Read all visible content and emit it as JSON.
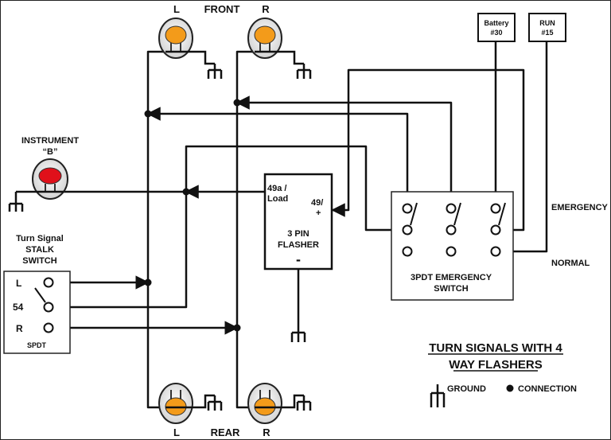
{
  "labels": {
    "front": "FRONT",
    "rear": "REAR",
    "front_left": "L",
    "front_right": "R",
    "rear_left": "L",
    "rear_right": "R",
    "instrument_line1": "INSTRUMENT",
    "instrument_line2": "“B”",
    "stalk_line1": "Turn Signal",
    "stalk_line2": "STALK",
    "stalk_line3": "SWITCH",
    "stalk_l": "L",
    "stalk_54": "54",
    "stalk_r": "R",
    "stalk_type": "SPDT",
    "flasher_49a_line1": "49a /",
    "flasher_49a_line2": "Load",
    "flasher_49_line1": "49/",
    "flasher_49_line2": "+",
    "flasher_line1": "3 PIN",
    "flasher_line2": "FLASHER",
    "flasher_minus": "-",
    "battery_line1": "Battery",
    "battery_line2": "#30",
    "run_line1": "RUN",
    "run_line2": "#15",
    "emergency": "EMERGENCY",
    "normal": "NORMAL",
    "switch_line1": "3PDT EMERGENCY",
    "switch_line2": "SWITCH",
    "title_line1": "TURN SIGNALS WITH 4",
    "title_line2": "WAY FLASHERS",
    "legend_ground": "GROUND",
    "legend_connection": "CONNECTION"
  },
  "colors": {
    "wire": "#111111",
    "lamp_amber": "#f39b1a",
    "indicator_red": "#e0101a",
    "lamp_shade": "#d7d7d7"
  }
}
